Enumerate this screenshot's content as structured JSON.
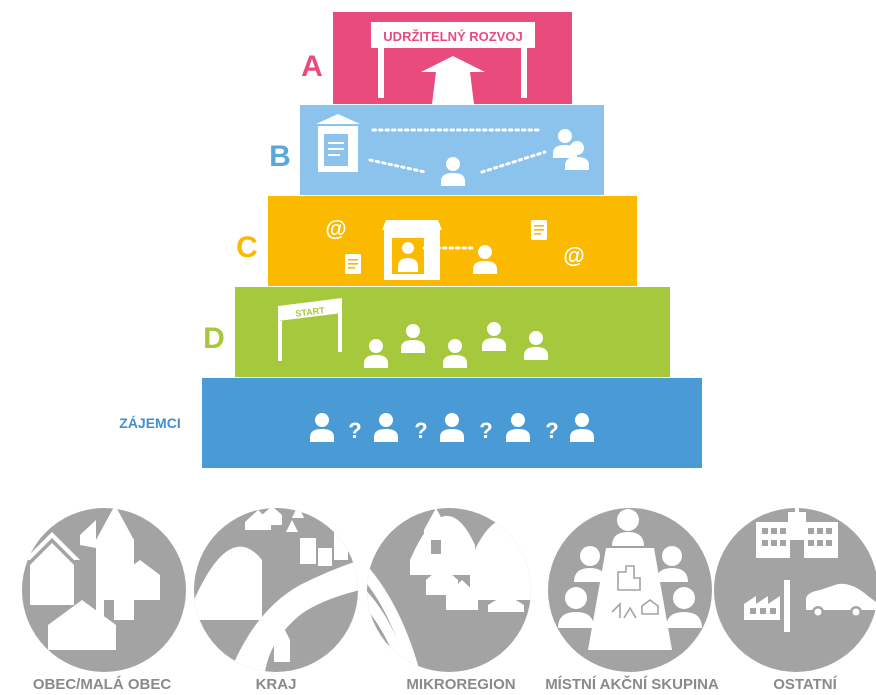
{
  "pyramid": {
    "level_a": {
      "letter": "A",
      "sign": "UDRŽITELNÝ ROZVOJ",
      "color": "#e94c7c",
      "letter_color": "#e94c7c"
    },
    "level_b": {
      "letter": "B",
      "color": "#8cc3ec",
      "letter_color": "#5aa7dc"
    },
    "level_c": {
      "letter": "C",
      "color": "#fbb900",
      "letter_color": "#fbb900",
      "at1": "@",
      "at2": "@"
    },
    "level_d": {
      "letter": "D",
      "color": "#a6c83c",
      "letter_color": "#a6c83c",
      "start_sign": "START"
    },
    "level_base": {
      "label": "ZÁJEMCI",
      "color": "#4a9ad6",
      "label_color": "#3f8fd2",
      "q1": "?",
      "q2": "?",
      "q3": "?",
      "q4": "?"
    }
  },
  "categories": [
    {
      "label": "OBEC/MALÁ OBEC",
      "icon": "village-icon"
    },
    {
      "label": "KRAJ",
      "icon": "region-landscape-icon"
    },
    {
      "label": "MIKROREGION",
      "icon": "microregion-icon"
    },
    {
      "label": "MÍSTNÍ AKČNÍ SKUPINA",
      "icon": "local-action-group-icon"
    },
    {
      "label": "OSTATNÍ",
      "icon": "others-building-factory-car-icon"
    }
  ],
  "colors": {
    "circle_gray": "#a3a3a3",
    "label_gray": "#8a8a8a"
  }
}
